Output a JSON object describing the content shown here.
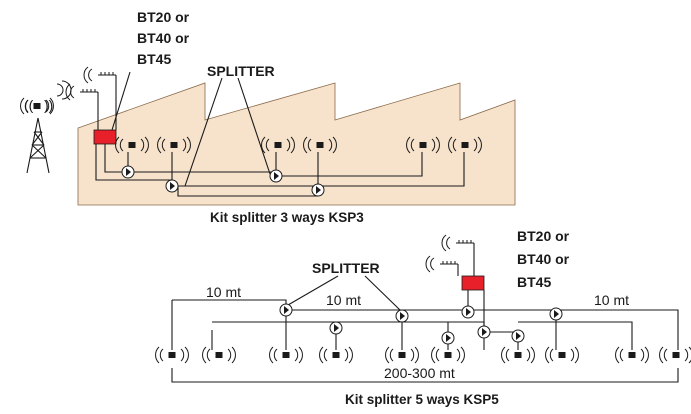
{
  "top": {
    "device_label": [
      "BT20 or",
      "BT40 or",
      "BT45"
    ],
    "splitter_label": "SPLITTER",
    "caption": "Kit splitter 3 ways KSP3",
    "device_color": "#e8202a",
    "factory_fill": "#f7e3cc"
  },
  "bottom": {
    "device_label": [
      "BT20 or",
      "BT40 or",
      "BT45"
    ],
    "splitter_label": "SPLITTER",
    "distance_left": "10 mt",
    "distance_mid": "10 mt",
    "distance_right": "10 mt",
    "span_label": "200-300 mt",
    "caption": "Kit splitter 5 ways KSP5",
    "device_color": "#e8202a"
  }
}
